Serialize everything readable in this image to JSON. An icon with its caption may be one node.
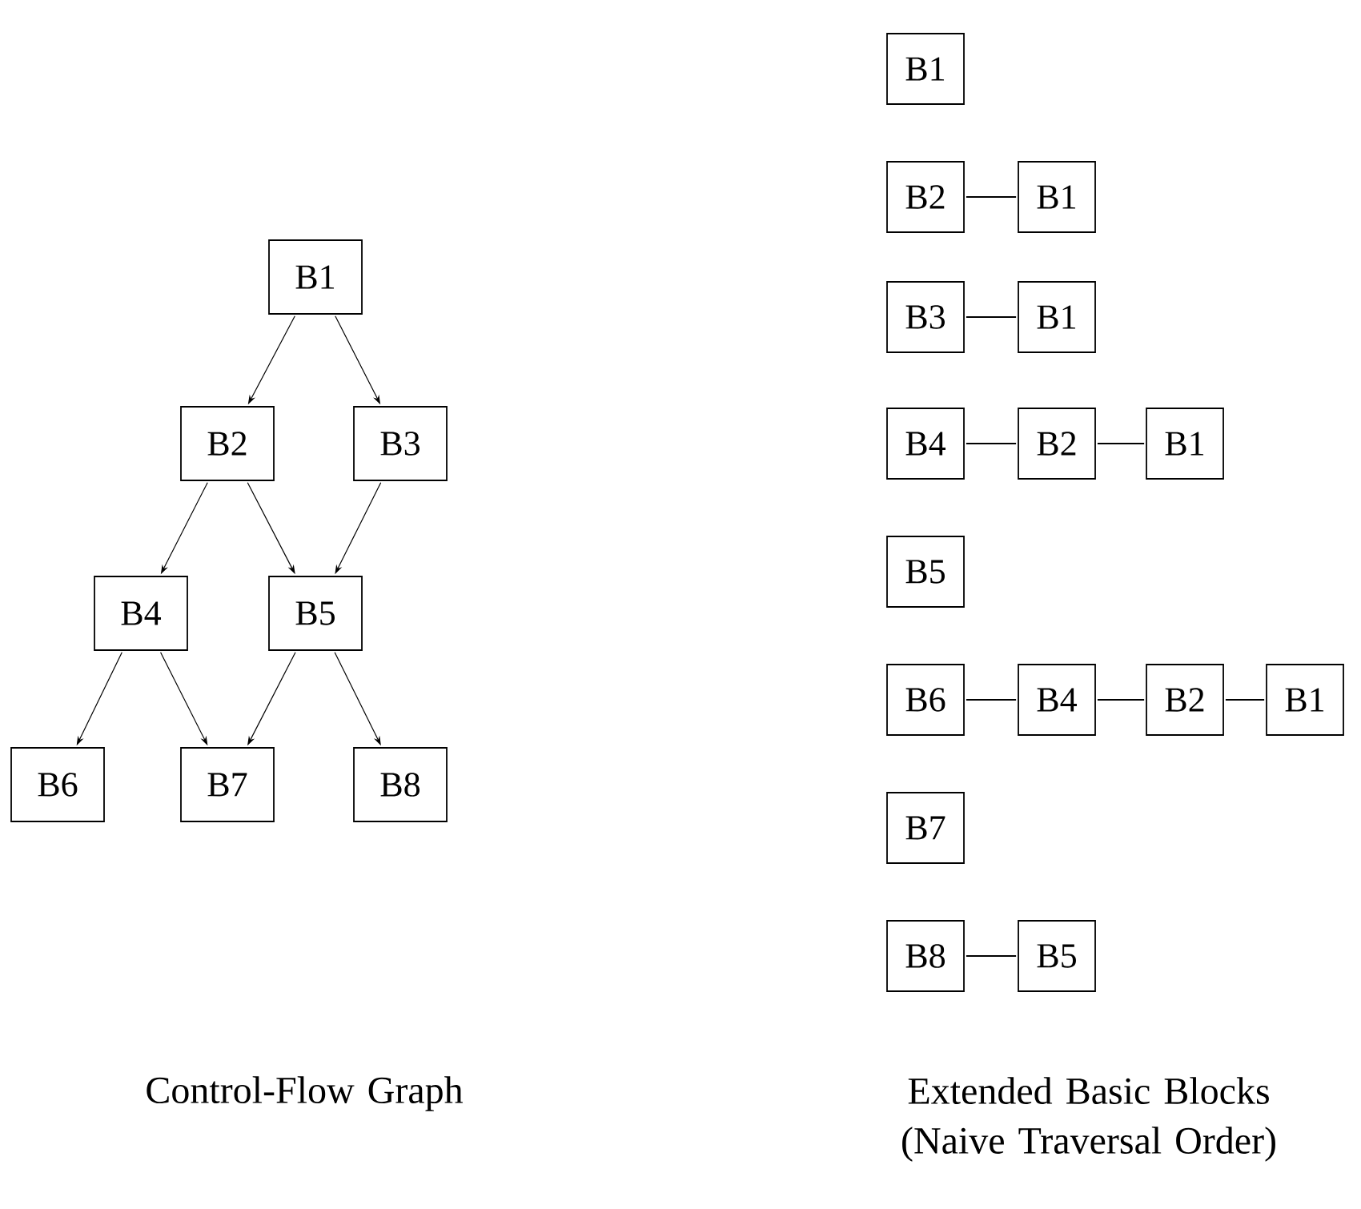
{
  "diagram": {
    "nodes": [
      {
        "text": [
          "B1"
        ]
      },
      {
        "text": [
          "B2"
        ]
      },
      {
        "text": [
          "B3"
        ]
      },
      {
        "text": [
          "B4"
        ]
      },
      {
        "text": [
          "B5"
        ]
      },
      {
        "text": [
          "B6"
        ]
      },
      {
        "text": [
          "B7"
        ]
      },
      {
        "text": [
          "B8"
        ]
      },
      {
        "text": [
          "B1"
        ]
      },
      {
        "text": [
          "B2"
        ]
      },
      {
        "text": [
          "B1"
        ]
      },
      {
        "text": [
          "B3"
        ]
      },
      {
        "text": [
          "B1"
        ]
      },
      {
        "text": [
          "B4"
        ]
      },
      {
        "text": [
          "B2"
        ]
      },
      {
        "text": [
          "B1"
        ]
      },
      {
        "text": [
          "B5"
        ]
      },
      {
        "text": [
          "B6"
        ]
      },
      {
        "text": [
          "B4"
        ]
      },
      {
        "text": [
          "B2"
        ]
      },
      {
        "text": [
          "B1"
        ]
      },
      {
        "text": [
          "B7"
        ]
      },
      {
        "text": [
          "B8"
        ]
      },
      {
        "text": [
          "B5"
        ]
      }
    ],
    "edges": [
      {
        "from": 0,
        "to": 1,
        "arrow": "to"
      },
      {
        "from": 0,
        "to": 2,
        "arrow": "to"
      },
      {
        "from": 1,
        "to": 3,
        "arrow": "to"
      },
      {
        "from": 1,
        "to": 4,
        "arrow": "to"
      },
      {
        "from": 2,
        "to": 4,
        "arrow": "to"
      },
      {
        "from": 3,
        "to": 5,
        "arrow": "to"
      },
      {
        "from": 3,
        "to": 6,
        "arrow": "to"
      },
      {
        "from": 4,
        "to": 6,
        "arrow": "to"
      },
      {
        "from": 4,
        "to": 7,
        "arrow": "to"
      },
      {
        "from": 9,
        "to": 10,
        "arrow": "none"
      },
      {
        "from": 11,
        "to": 12,
        "arrow": "none"
      },
      {
        "from": 13,
        "to": 14,
        "arrow": "none"
      },
      {
        "from": 14,
        "to": 15,
        "arrow": "none"
      },
      {
        "from": 17,
        "to": 18,
        "arrow": "none"
      },
      {
        "from": 18,
        "to": 19,
        "arrow": "none"
      },
      {
        "from": 19,
        "to": 20,
        "arrow": "none"
      },
      {
        "from": 22,
        "to": 23,
        "arrow": "none"
      }
    ],
    "labels": [
      "Control-Flow Graph",
      "Extended Basic Blocks (Naive Traversal Order)"
    ]
  }
}
